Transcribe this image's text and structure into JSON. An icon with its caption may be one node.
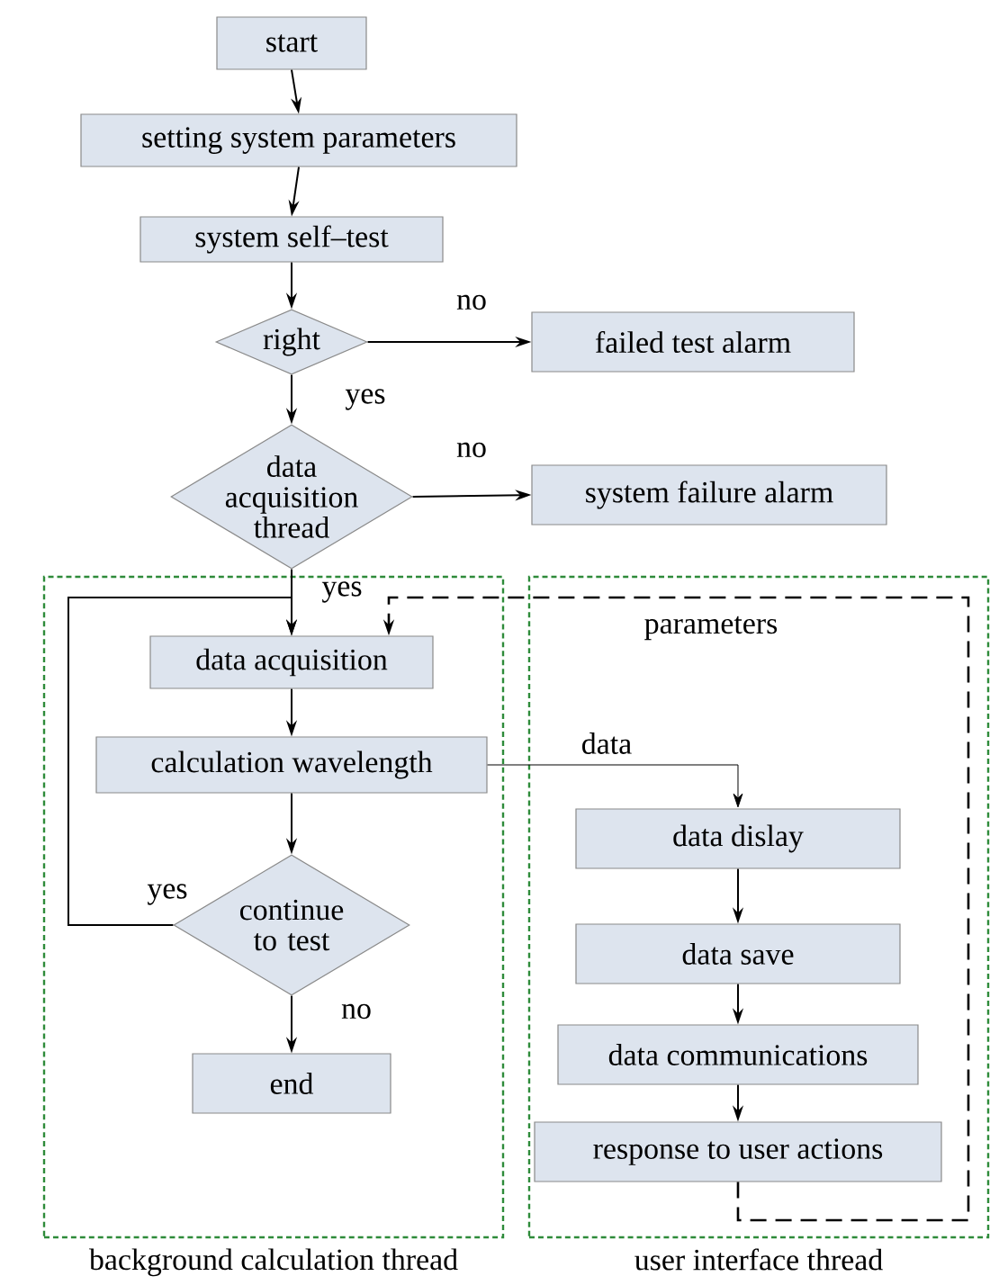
{
  "diagram": {
    "nodes": [
      {
        "text": [
          "start"
        ]
      },
      {
        "text": [
          "setting system parameters"
        ]
      },
      {
        "text": [
          "system self–test"
        ]
      },
      {
        "text": [
          "right"
        ]
      },
      {
        "text": [
          "failed test alarm"
        ]
      },
      {
        "text": [
          "data acquisition thread"
        ]
      },
      {
        "text": [
          "system failure alarm"
        ]
      },
      {
        "text": [
          "background calculation thread"
        ]
      },
      {
        "text": [
          "user interface thread"
        ]
      },
      {
        "text": [
          "data acquisition"
        ],
        "in": 7
      },
      {
        "text": [
          "calculation wavelength"
        ],
        "in": 7
      },
      {
        "text": [
          "continue to test"
        ],
        "in": 7
      },
      {
        "text": [
          "end"
        ],
        "in": 7
      },
      {
        "text": [
          "data dislay"
        ],
        "in": 8
      },
      {
        "text": [
          "data save"
        ],
        "in": 8
      },
      {
        "text": [
          "data communications"
        ],
        "in": 8
      },
      {
        "text": [
          "response to user actions"
        ],
        "in": 8
      }
    ],
    "edges": [
      {
        "from": 0,
        "to": 1,
        "arrow": "to"
      },
      {
        "from": 1,
        "to": 2,
        "arrow": "to"
      },
      {
        "from": 2,
        "to": 3,
        "arrow": "to"
      },
      {
        "from": 3,
        "to": 4,
        "arrow": "to",
        "label": "no"
      },
      {
        "from": 3,
        "to": 5,
        "arrow": "to",
        "label": "yes"
      },
      {
        "from": 5,
        "to": 6,
        "arrow": "to",
        "label": "no"
      },
      {
        "from": 5,
        "to": 9,
        "arrow": "to",
        "label": "yes"
      },
      {
        "from": 9,
        "to": 10,
        "arrow": "to"
      },
      {
        "from": 10,
        "to": 11,
        "arrow": "to"
      },
      {
        "from": 11,
        "to": 9,
        "arrow": "to",
        "label": "yes"
      },
      {
        "from": 11,
        "to": 12,
        "arrow": "to",
        "label": "no"
      },
      {
        "from": 10,
        "to": 13,
        "arrow": "to",
        "label": "data"
      },
      {
        "from": 13,
        "to": 14,
        "arrow": "to"
      },
      {
        "from": 14,
        "to": 15,
        "arrow": "to"
      },
      {
        "from": 15,
        "to": 16,
        "arrow": "to"
      },
      {
        "from": 16,
        "to": 9,
        "arrow": "to",
        "label": "parameters",
        "style": "dashed"
      }
    ]
  }
}
